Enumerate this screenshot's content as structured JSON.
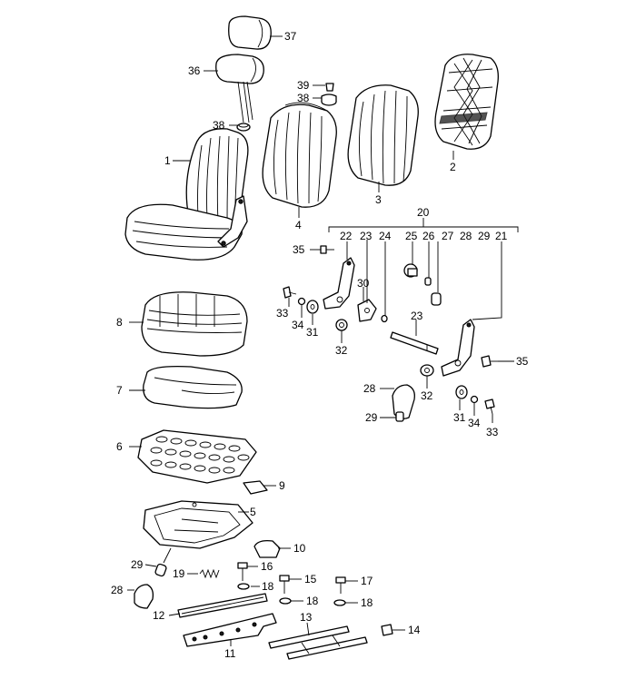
{
  "callouts": {
    "c1": "1",
    "c2": "2",
    "c3": "3",
    "c4": "4",
    "c5": "5",
    "c6": "6",
    "c7": "7",
    "c8": "8",
    "c9": "9",
    "c10": "10",
    "c11": "11",
    "c12": "12",
    "c13": "13",
    "c14": "14",
    "c15": "15",
    "c16": "16",
    "c17": "17",
    "c18a": "18",
    "c18b": "18",
    "c18c": "18",
    "c19": "19",
    "c20": "20",
    "c21": "21",
    "c22": "22",
    "c23a": "23",
    "c23b": "23",
    "c24": "24",
    "c25": "25",
    "c26": "26",
    "c27": "27",
    "c28": "28",
    "c28b": "28",
    "c29": "29",
    "c29a": "29",
    "c29b": "29",
    "c30": "30",
    "c31a": "31",
    "c31b": "31",
    "c32a": "32",
    "c32b": "32",
    "c33a": "33",
    "c33b": "33",
    "c34a": "34",
    "c34b": "34",
    "c35a": "35",
    "c35b": "35",
    "c36": "36",
    "c37": "37",
    "c38a": "38",
    "c38b": "38",
    "c39": "39"
  }
}
